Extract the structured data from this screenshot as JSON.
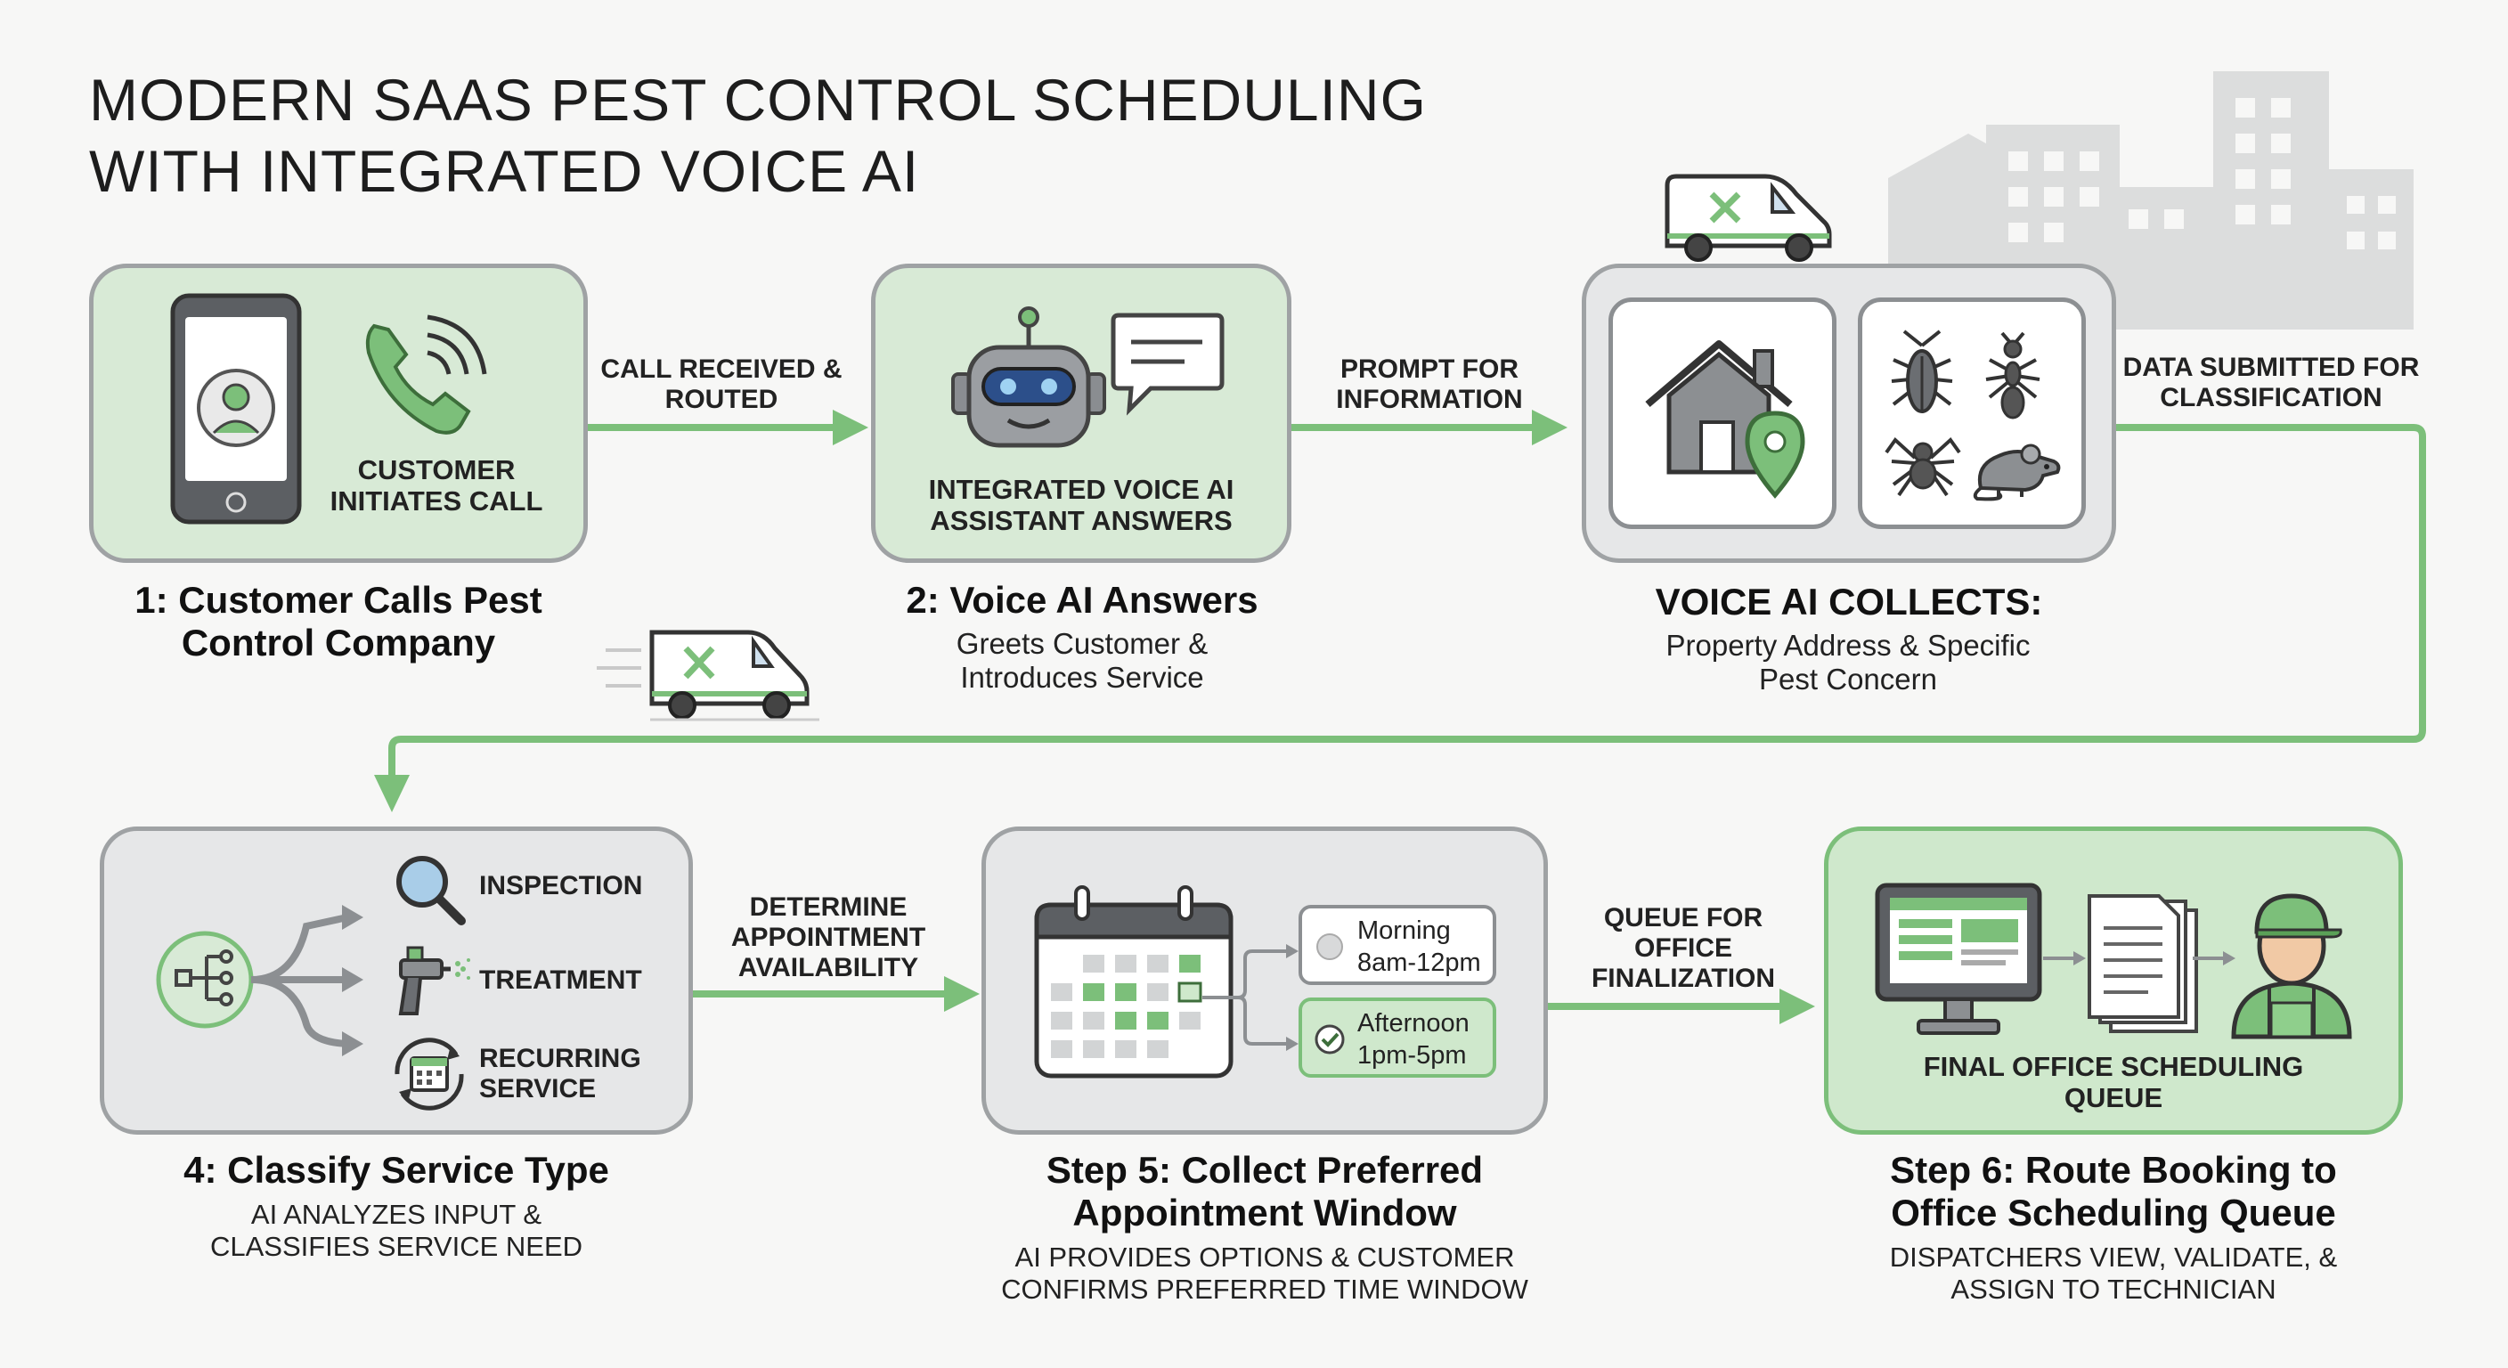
{
  "title": {
    "line1": "MODERN SAAS PEST CONTROL SCHEDULING",
    "line2": "WITH INTEGRATED VOICE AI"
  },
  "steps": [
    {
      "box_label": "CUSTOMER INITIATES CALL",
      "title": "1: Customer Calls Pest Control Company"
    },
    {
      "box_label": "INTEGRATED VOICE AI ASSISTANT ANSWERS",
      "title": "2: Voice AI Answers",
      "desc": "Greets Customer & Introduces Service"
    },
    {
      "title": "VOICE AI COLLECTS:",
      "desc": "Property Address & Specific Pest Concern"
    },
    {
      "title": "4: Classify Service Type",
      "desc": "AI ANALYZES INPUT & CLASSIFIES SERVICE NEED",
      "options": [
        "INSPECTION",
        "TREATMENT",
        "RECURRING SERVICE"
      ]
    },
    {
      "title": "Step 5: Collect Preferred Appointment Window",
      "desc": "AI PROVIDES OPTIONS & CUSTOMER CONFIRMS PREFERRED TIME WINDOW",
      "slots": [
        {
          "name": "Morning",
          "time": "8am-12pm",
          "selected": false
        },
        {
          "name": "Afternoon",
          "time": "1pm-5pm",
          "selected": true
        }
      ]
    },
    {
      "box_label": "FINAL OFFICE SCHEDULING QUEUE",
      "title": "Step 6: Route Booking to Office Scheduling Queue",
      "desc": "DISPATCHERS VIEW, VALIDATE, & ASSIGN TO TECHNICIAN"
    }
  ],
  "edges": [
    "CALL RECEIVED & ROUTED",
    "PROMPT FOR INFORMATION",
    "DATA SUBMITTED FOR CLASSIFICATION",
    "DETERMINE APPOINTMENT AVAILABILITY",
    "QUEUE FOR OFFICE FINALIZATION"
  ],
  "colors": {
    "accent_green": "#7cbf7a",
    "box_green": "#d8ead6",
    "box_grey": "#e6e7e8",
    "border_grey": "#9fa2a4"
  },
  "icons": [
    "smartphone-icon",
    "phone-ringing-icon",
    "robot-icon",
    "speech-bubble-icon",
    "house-icon",
    "location-pin-icon",
    "cockroach-icon",
    "ant-icon",
    "spider-icon",
    "mouse-icon",
    "delivery-van-icon",
    "city-buildings-icon",
    "flow-split-icon",
    "magnifier-icon",
    "spray-gun-icon",
    "recurring-calendar-icon",
    "calendar-icon",
    "monitor-icon",
    "documents-icon",
    "technician-icon"
  ]
}
